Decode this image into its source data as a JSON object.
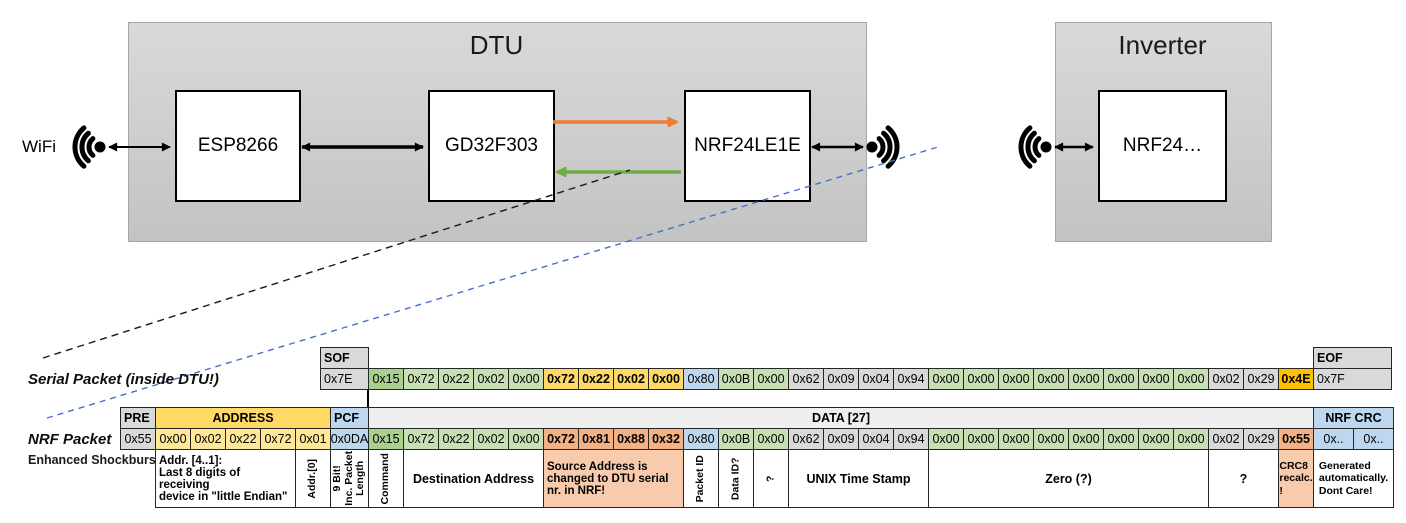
{
  "diagram": {
    "wifi_label": "WiFi",
    "dtu": {
      "title": "DTU",
      "components": [
        "ESP8266",
        "GD32F303",
        "NRF24LE1E"
      ]
    },
    "inverter": {
      "title": "Inverter",
      "components": [
        "NRF24…"
      ]
    }
  },
  "colors": {
    "orange_arrow": "#ed7d31",
    "green_arrow": "#70ad47",
    "blue_dashed_line": "#4472c4",
    "black_arrow": "#000000",
    "cell_gray": "#d9d9d9",
    "cell_yellow": "#ffe699",
    "cell_yellow_header": "#ffd966",
    "cell_blue": "#bdd7ee",
    "cell_green_dark": "#a9d08e",
    "cell_green_light": "#c6e0b4",
    "cell_gold": "#ffd966",
    "cell_orange": "#ffc000",
    "cell_salmon": "#f4b183",
    "cell_salmon_light": "#f8cbad"
  },
  "serial_packet": {
    "label": "Serial Packet (inside DTU!)",
    "sof_header": "SOF",
    "sof_value": "0x7E",
    "eof_header": "EOF",
    "eof_value": "0x7F",
    "bytes": [
      {
        "v": "0x15",
        "c": "gdark"
      },
      {
        "v": "0x72",
        "c": "glight"
      },
      {
        "v": "0x22",
        "c": "glight"
      },
      {
        "v": "0x02",
        "c": "glight"
      },
      {
        "v": "0x00",
        "c": "glight"
      },
      {
        "v": "0x72",
        "c": "gold",
        "b": true
      },
      {
        "v": "0x22",
        "c": "gold",
        "b": true
      },
      {
        "v": "0x02",
        "c": "gold",
        "b": true
      },
      {
        "v": "0x00",
        "c": "gold",
        "b": true
      },
      {
        "v": "0x80",
        "c": "blue"
      },
      {
        "v": "0x0B",
        "c": "glight"
      },
      {
        "v": "0x00",
        "c": "glight"
      },
      {
        "v": "0x62",
        "c": "gray"
      },
      {
        "v": "0x09",
        "c": "gray"
      },
      {
        "v": "0x04",
        "c": "gray"
      },
      {
        "v": "0x94",
        "c": "gray"
      },
      {
        "v": "0x00",
        "c": "glight"
      },
      {
        "v": "0x00",
        "c": "glight"
      },
      {
        "v": "0x00",
        "c": "glight"
      },
      {
        "v": "0x00",
        "c": "glight"
      },
      {
        "v": "0x00",
        "c": "glight"
      },
      {
        "v": "0x00",
        "c": "glight"
      },
      {
        "v": "0x00",
        "c": "glight"
      },
      {
        "v": "0x00",
        "c": "glight"
      },
      {
        "v": "0x02",
        "c": "gray"
      },
      {
        "v": "0x29",
        "c": "gray"
      },
      {
        "v": "0x4E",
        "c": "orange",
        "b": true
      }
    ]
  },
  "nrf_packet": {
    "label": "NRF Packet",
    "sublabel": "Enhanced Shockburst",
    "headers": [
      {
        "t": "PRE",
        "span": 1,
        "c": "gray",
        "hl": true
      },
      {
        "t": "ADDRESS",
        "span": 5,
        "c": "yhdr"
      },
      {
        "t": "PCF",
        "span": 1,
        "c": "blue",
        "hl": true
      },
      {
        "t": "DATA [27]",
        "span": 27,
        "c": "dhdr"
      },
      {
        "t": "NRF CRC",
        "span": 2,
        "c": "blue"
      }
    ],
    "bytes": [
      {
        "v": "0x55",
        "c": "gray"
      },
      {
        "v": "0x00",
        "c": "yellow"
      },
      {
        "v": "0x02",
        "c": "yellow"
      },
      {
        "v": "0x22",
        "c": "yellow"
      },
      {
        "v": "0x72",
        "c": "yellow"
      },
      {
        "v": "0x01",
        "c": "yellow"
      },
      {
        "v": "0x0DA",
        "c": "blue"
      },
      {
        "v": "0x15",
        "c": "gdark"
      },
      {
        "v": "0x72",
        "c": "glight"
      },
      {
        "v": "0x22",
        "c": "glight"
      },
      {
        "v": "0x02",
        "c": "glight"
      },
      {
        "v": "0x00",
        "c": "glight"
      },
      {
        "v": "0x72",
        "c": "salmon",
        "b": true
      },
      {
        "v": "0x81",
        "c": "salmon",
        "b": true
      },
      {
        "v": "0x88",
        "c": "salmon",
        "b": true
      },
      {
        "v": "0x32",
        "c": "salmon",
        "b": true
      },
      {
        "v": "0x80",
        "c": "blue"
      },
      {
        "v": "0x0B",
        "c": "glight"
      },
      {
        "v": "0x00",
        "c": "glight"
      },
      {
        "v": "0x62",
        "c": "gray"
      },
      {
        "v": "0x09",
        "c": "gray"
      },
      {
        "v": "0x04",
        "c": "gray"
      },
      {
        "v": "0x94",
        "c": "gray"
      },
      {
        "v": "0x00",
        "c": "glight"
      },
      {
        "v": "0x00",
        "c": "glight"
      },
      {
        "v": "0x00",
        "c": "glight"
      },
      {
        "v": "0x00",
        "c": "glight"
      },
      {
        "v": "0x00",
        "c": "glight"
      },
      {
        "v": "0x00",
        "c": "glight"
      },
      {
        "v": "0x00",
        "c": "glight"
      },
      {
        "v": "0x00",
        "c": "glight"
      },
      {
        "v": "0x02",
        "c": "gray"
      },
      {
        "v": "0x29",
        "c": "gray"
      },
      {
        "v": "0x55",
        "c": "salmon",
        "b": true
      },
      {
        "v": "0x..",
        "c": "blue"
      },
      {
        "v": "0x..",
        "c": "blue"
      }
    ],
    "annotations": [
      {
        "t": "",
        "span": 1,
        "blank": true,
        "name": "annotation-blank"
      },
      {
        "t": "Addr. [4..1]:\nLast 8 digits of receiving\ndevice in \"little Endian\"",
        "span": 4,
        "left": true,
        "name": "annotation-address-4-1"
      },
      {
        "t": "Addr.[0]",
        "span": 1,
        "v": true,
        "name": "annotation-address-0"
      },
      {
        "t": "9 Bit!\nInc. Packet\nLength",
        "span": 1,
        "v": true,
        "name": "annotation-pcf-length"
      },
      {
        "t": "Command",
        "span": 1,
        "v": true,
        "name": "annotation-command"
      },
      {
        "t": "Destination Address",
        "span": 4,
        "name": "annotation-destination-address"
      },
      {
        "t": "Source Address is\nchanged to DTU serial\nnr. in NRF!",
        "span": 4,
        "c": "slight",
        "left": true,
        "name": "annotation-source-address"
      },
      {
        "t": "Packet ID",
        "span": 1,
        "v": true,
        "name": "annotation-packet-id"
      },
      {
        "t": "Data ID?",
        "span": 1,
        "v": true,
        "name": "annotation-data-id"
      },
      {
        "t": "?",
        "span": 1,
        "v": true,
        "name": "annotation-unknown-1"
      },
      {
        "t": "UNIX Time Stamp",
        "span": 4,
        "name": "annotation-unix-time-stamp"
      },
      {
        "t": "Zero (?)",
        "span": 8,
        "name": "annotation-zero"
      },
      {
        "t": "?",
        "span": 2,
        "name": "annotation-unknown-2"
      },
      {
        "t": "CRC8\nrecalc.\n!",
        "span": 1,
        "c": "slight",
        "sm": true,
        "name": "annotation-crc8-recalc"
      },
      {
        "t": "Generated\nautomatically.\nDont Care!",
        "span": 2,
        "sm": true,
        "name": "annotation-nrf-crc-generated"
      }
    ]
  }
}
